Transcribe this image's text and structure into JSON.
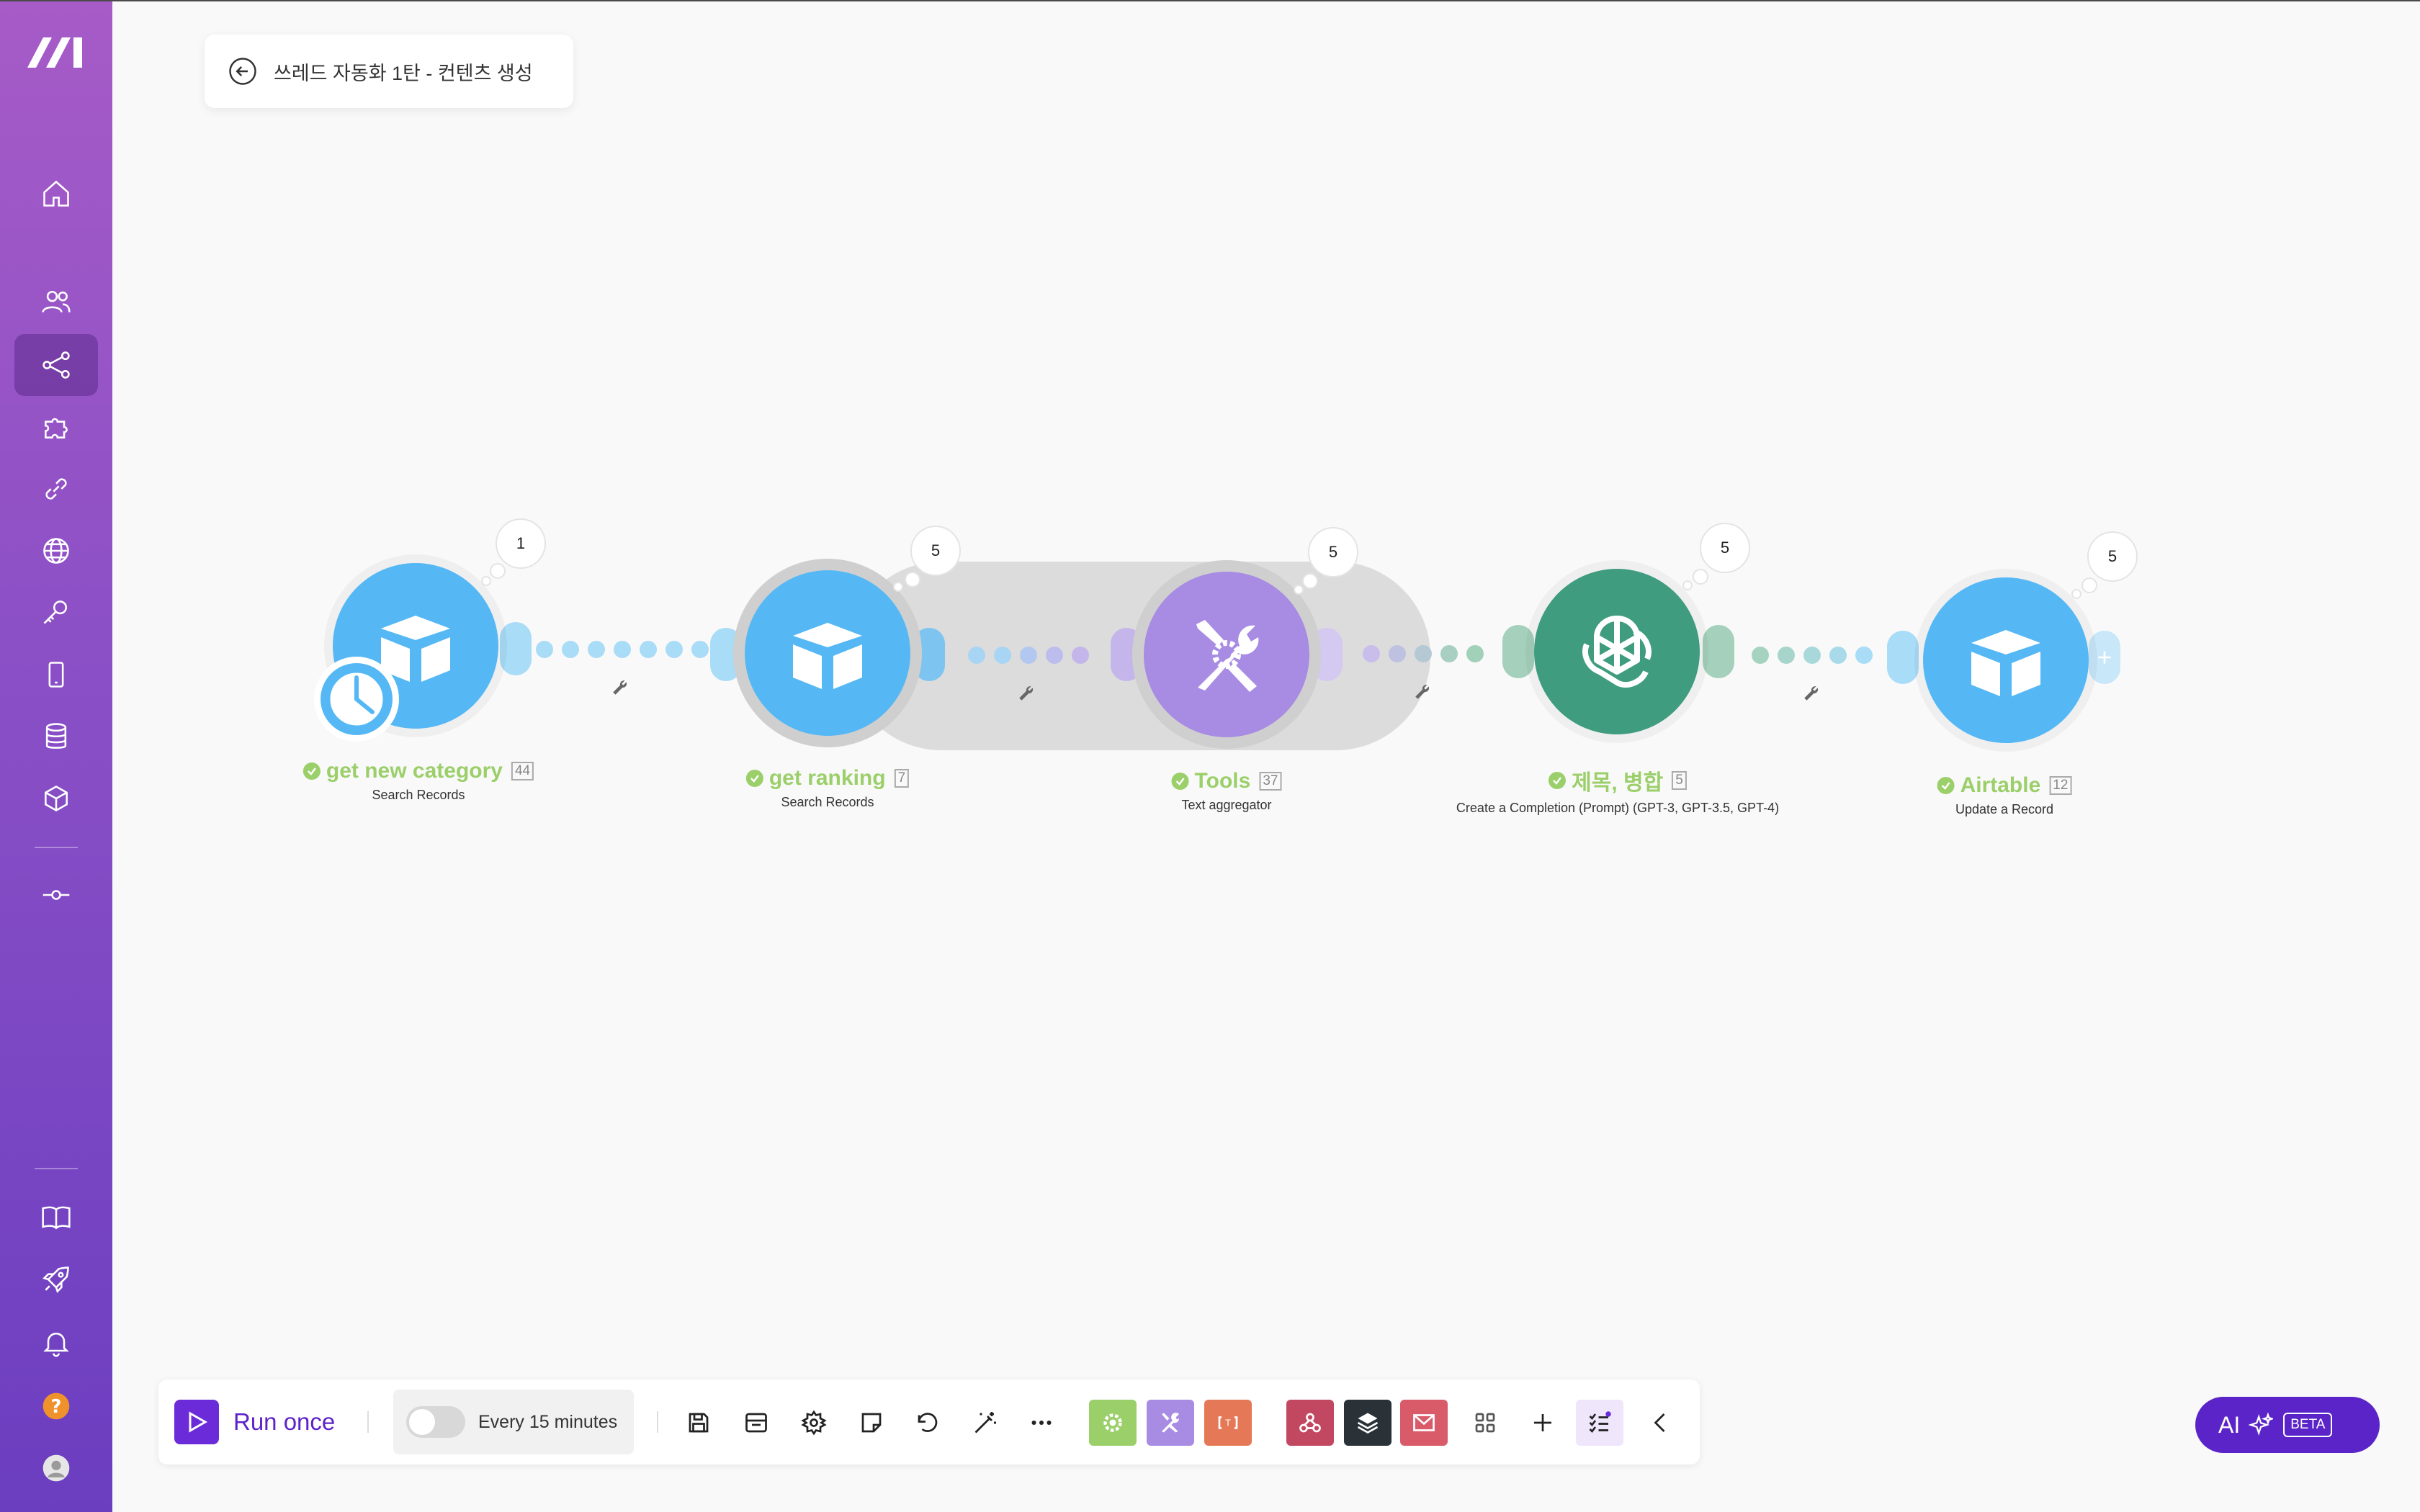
{
  "scenario": {
    "title": "쓰레드 자동화 1탄 - 컨텐츠 생성"
  },
  "nodes": [
    {
      "name": "get new category",
      "count": "44",
      "subtitle": "Search Records",
      "bubble": "1",
      "app": "Airtable"
    },
    {
      "name": "get ranking",
      "count": "7",
      "subtitle": "Search Records",
      "bubble": "5",
      "app": "Airtable"
    },
    {
      "name": "Tools",
      "count": "37",
      "subtitle": "Text aggregator",
      "bubble": "5",
      "app": "Tools"
    },
    {
      "name": "제목, 병합",
      "count": "5",
      "subtitle": "Create a Completion (Prompt) (GPT-3, GPT-3.5, GPT-4)",
      "bubble": "5",
      "app": "OpenAI"
    },
    {
      "name": "Airtable",
      "count": "12",
      "subtitle": "Update a Record",
      "bubble": "5",
      "app": "Airtable"
    }
  ],
  "toolbar": {
    "run_label": "Run once",
    "schedule_label": "Every 15 minutes",
    "schedule_enabled": false
  },
  "ai": {
    "label": "AI",
    "badge": "BETA"
  },
  "colors": {
    "airtable": "#55b8f5",
    "tools": "#a88be3",
    "openai": "#3f9c7e",
    "status_ok": "#9bcf6a",
    "accent": "#6b2bd9"
  },
  "icons": {
    "sidebar": [
      "home-icon",
      "team-icon",
      "scenarios-icon",
      "templates-icon",
      "connections-icon",
      "webhooks-icon",
      "keys-icon",
      "devices-icon",
      "datastores-icon",
      "datastructures-icon",
      "flow-icon",
      "docs-icon",
      "whats-new-icon",
      "notifications-icon",
      "help-icon",
      "profile-icon"
    ]
  }
}
